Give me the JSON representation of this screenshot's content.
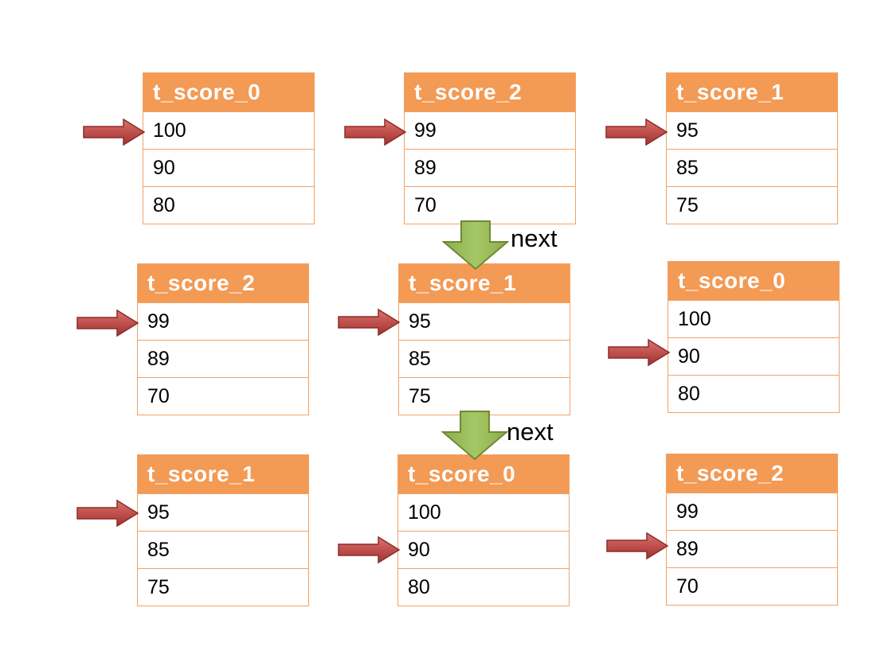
{
  "next_label": "next",
  "colors": {
    "header_fill": "#f39a55",
    "border": "#f2a266",
    "pointer_arrow": "#c0504d",
    "down_arrow": "#9bbb59"
  },
  "tables": [
    {
      "name": "t_score_0",
      "values": [
        "100",
        "90",
        "80"
      ],
      "pointer_row": 0
    },
    {
      "name": "t_score_2",
      "values": [
        "99",
        "89",
        "70"
      ],
      "pointer_row": 0
    },
    {
      "name": "t_score_1",
      "values": [
        "95",
        "85",
        "75"
      ],
      "pointer_row": 0
    },
    {
      "name": "t_score_2",
      "values": [
        "99",
        "89",
        "70"
      ],
      "pointer_row": 0
    },
    {
      "name": "t_score_1",
      "values": [
        "95",
        "85",
        "75"
      ],
      "pointer_row": 0
    },
    {
      "name": "t_score_0",
      "values": [
        "100",
        "90",
        "80"
      ],
      "pointer_row": 1
    },
    {
      "name": "t_score_1",
      "values": [
        "95",
        "85",
        "75"
      ],
      "pointer_row": 0
    },
    {
      "name": "t_score_0",
      "values": [
        "100",
        "90",
        "80"
      ],
      "pointer_row": 1
    },
    {
      "name": "t_score_2",
      "values": [
        "99",
        "89",
        "70"
      ],
      "pointer_row": 1
    }
  ]
}
